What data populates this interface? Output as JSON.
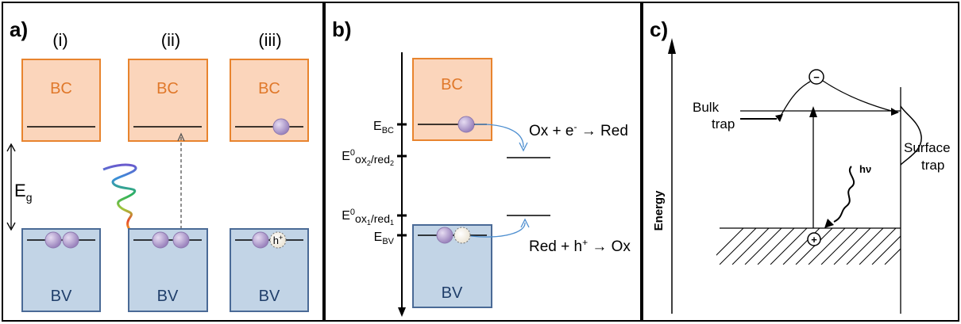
{
  "panel_a": {
    "label": "a)",
    "col1": "(i)",
    "col2": "(ii)",
    "col3": "(iii)",
    "bc": "BC",
    "bv": "BV",
    "eg_main": "E",
    "eg_sub": "g",
    "hole": "h",
    "hole_sup": "+"
  },
  "panel_b": {
    "label": "b)",
    "bc": "BC",
    "bv": "BV",
    "ebc_main": "E",
    "ebc_sub": "BC",
    "ebv_main": "E",
    "ebv_sub": "BV",
    "e2_main": "E",
    "e2_sup": "0",
    "e2_sub": "ox",
    "e2_sub2": "2",
    "e2_sub3": "/red",
    "e2_sub4": "2",
    "e1_main": "E",
    "e1_sup": "0",
    "e1_sub": "ox",
    "e1_sub2": "1",
    "e1_sub3": "/red",
    "e1_sub4": "1",
    "reaction_top_a": "Ox + e",
    "reaction_top_sup": "-",
    "reaction_top_b": " → Red",
    "reaction_bottom_a": "Red + h",
    "reaction_bottom_sup": "+",
    "reaction_bottom_b": " → Ox"
  },
  "panel_c": {
    "label": "c)",
    "axis": "Energy",
    "bulk1": "Bulk",
    "bulk2": "trap",
    "surf1": "Surface",
    "surf2": "trap",
    "hv": "hν",
    "minus": "−",
    "plus": "+"
  },
  "colors": {
    "bc_fill": "#fbd5bb",
    "bc_stroke": "#e8842e",
    "bv_fill": "#c2d4e6",
    "bv_stroke": "#4a6a96",
    "bc_text": "#e0782a",
    "bv_text": "#1f3e6a",
    "electron": "#b39fcc",
    "arrow_blue": "#4e8fd0"
  }
}
